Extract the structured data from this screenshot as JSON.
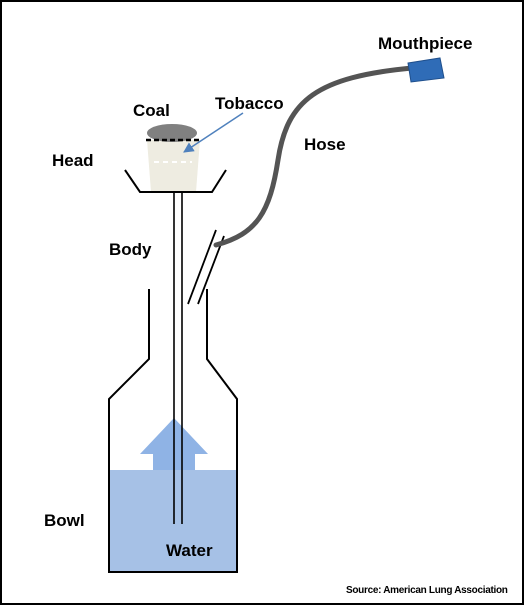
{
  "labels": {
    "mouthpiece": "Mouthpiece",
    "hose": "Hose",
    "coal": "Coal",
    "tobacco": "Tobacco",
    "head": "Head",
    "body": "Body",
    "bowl": "Bowl",
    "water": "Water"
  },
  "source": "Source: American Lung Association",
  "colors": {
    "water": "#a6c1e6",
    "arrow": "#8fb3e5",
    "coal": "#808080",
    "tobacco": "#eeece1",
    "hose": "#545454",
    "mouthpiece": "#2f6cb7",
    "pointer_arrow": "#4f81bd",
    "outline": "#000000"
  }
}
